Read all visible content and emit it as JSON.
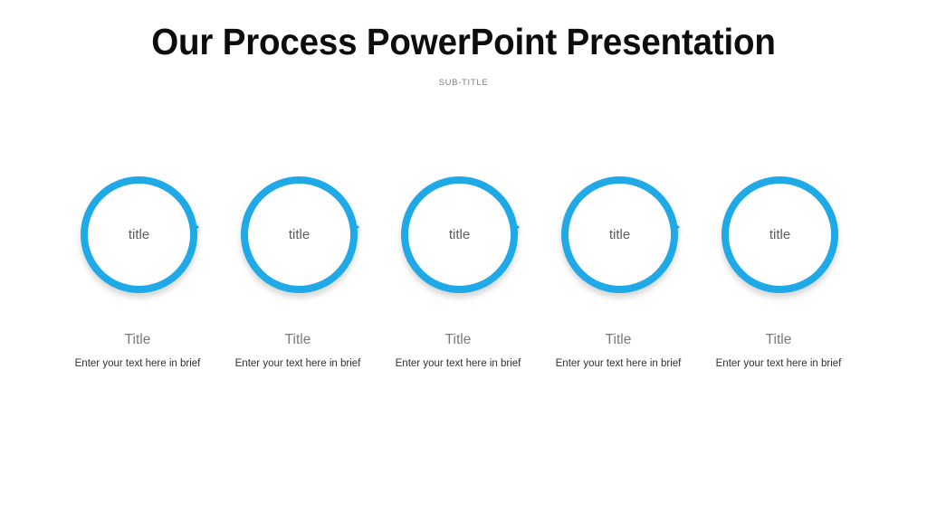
{
  "header": {
    "title": "Our Process PowerPoint Presentation",
    "subtitle": "SUB-TITLE"
  },
  "theme": {
    "accent": "#1fa9e6",
    "accent_dark": "#1d96c8",
    "title_color": "#0d0d0d",
    "subtitle_color": "#7d7d7d",
    "caption_title_color": "#7a7a7a",
    "caption_body_color": "#303030",
    "background": "#ffffff"
  },
  "process": {
    "steps": [
      {
        "circle_label": "title",
        "caption_title": "Title",
        "caption_body": "Enter your text here in brief",
        "has_arrow": true
      },
      {
        "circle_label": "title",
        "caption_title": "Title",
        "caption_body": "Enter your text here in brief",
        "has_arrow": true
      },
      {
        "circle_label": "title",
        "caption_title": "Title",
        "caption_body": "Enter your text here in brief",
        "has_arrow": true
      },
      {
        "circle_label": "title",
        "caption_title": "Title",
        "caption_body": "Enter your text here in brief",
        "has_arrow": true
      },
      {
        "circle_label": "title",
        "caption_title": "Title",
        "caption_body": "Enter your text here in brief",
        "has_arrow": false
      }
    ]
  }
}
